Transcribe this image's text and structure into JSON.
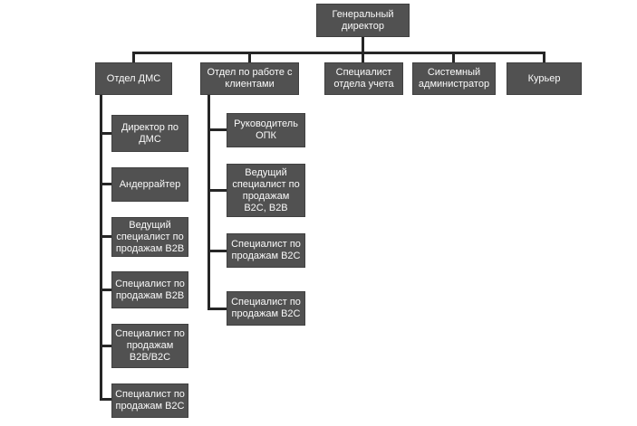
{
  "org": {
    "type": "org-chart",
    "root": {
      "label": "Генеральный директор"
    },
    "departments": [
      {
        "label": "Отдел ДМС"
      },
      {
        "label": "Отдел по работе с клиентами"
      },
      {
        "label": "Специалист отдела учета"
      },
      {
        "label": "Системный администратор"
      },
      {
        "label": "Курьер"
      }
    ],
    "dms_children": [
      {
        "label": "Директор по ДМС"
      },
      {
        "label": "Андеррайтер"
      },
      {
        "label": "Ведущий специалист по продажам B2B"
      },
      {
        "label": "Специалист по продажам B2B"
      },
      {
        "label": "Специалист по продажам B2B/B2C"
      },
      {
        "label": "Специалист по продажам B2C"
      }
    ],
    "client_children": [
      {
        "label": "Руководитель ОПК"
      },
      {
        "label": "Ведущий специалист по продажам B2C, B2B"
      },
      {
        "label": "Специалист по продажам B2C"
      },
      {
        "label": "Специалист по продажам B2C"
      }
    ]
  },
  "colors": {
    "box_fill": "#515151",
    "box_border": "#404040",
    "box_text": "#fafafa",
    "connector": "#262626",
    "background": "#ffffff"
  }
}
